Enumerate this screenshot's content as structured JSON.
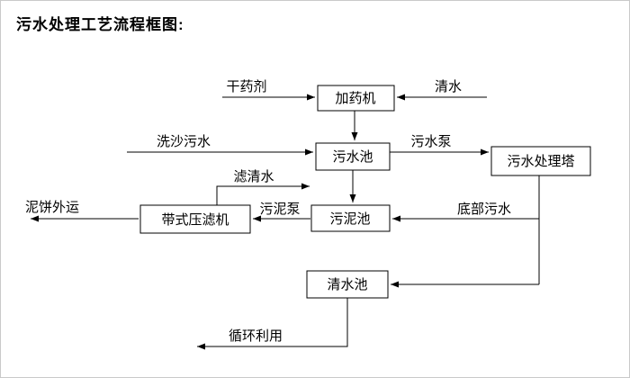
{
  "title": "污水处理工艺流程框图:",
  "nodes": {
    "dosing_machine": {
      "label": "加药机"
    },
    "sewage_pool": {
      "label": "污水池"
    },
    "treatment_tower": {
      "label": "污水处理塔"
    },
    "sludge_pool": {
      "label": "污泥池"
    },
    "belt_filter_press": {
      "label": "带式压滤机"
    },
    "clear_water_pool": {
      "label": "清水池"
    }
  },
  "edges": {
    "dry_agent": {
      "label": "干药剂"
    },
    "clear_water_in": {
      "label": "清水"
    },
    "sand_wash_sewage": {
      "label": "洗沙污水"
    },
    "sewage_pump": {
      "label": "污水泵"
    },
    "filtered_water": {
      "label": "滤清水"
    },
    "sludge_pump": {
      "label": "污泥泵"
    },
    "bottom_sewage": {
      "label": "底部污水"
    },
    "mud_cake_out": {
      "label": "泥饼外运"
    },
    "recycle": {
      "label": "循环利用"
    }
  },
  "colors": {
    "line": "#000000",
    "background": "#ffffff"
  }
}
